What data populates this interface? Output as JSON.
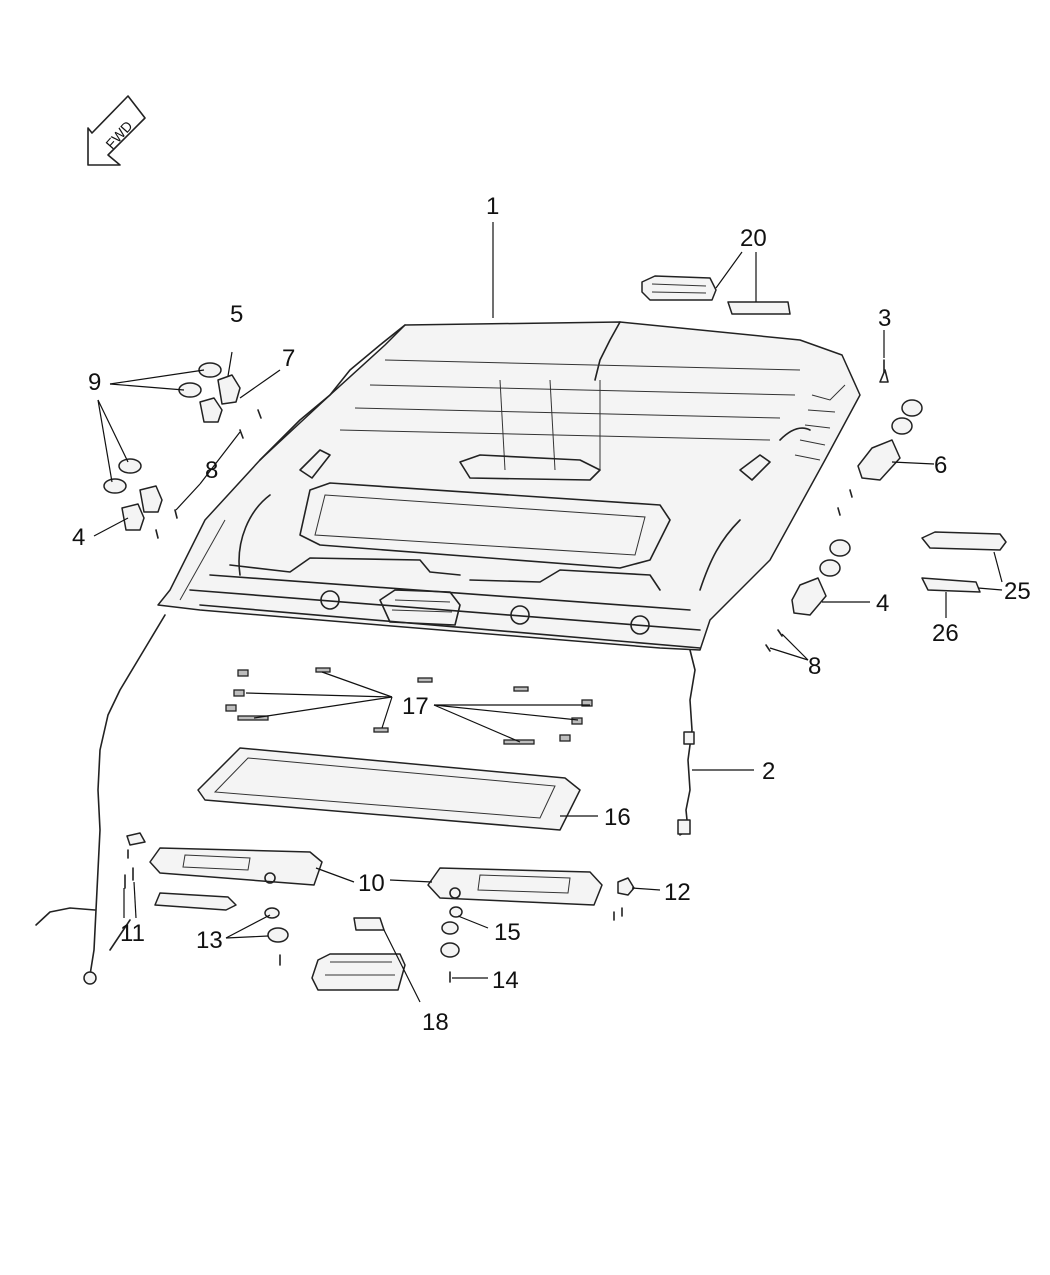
{
  "orientation": {
    "text": "FWD"
  },
  "callouts": {
    "c1": "1",
    "c2": "2",
    "c3": "3",
    "c4a": "4",
    "c4b": "4",
    "c5": "5",
    "c6": "6",
    "c7": "7",
    "c8a": "8",
    "c8b": "8",
    "c9": "9",
    "c10": "10",
    "c11": "11",
    "c12": "12",
    "c13": "13",
    "c14": "14",
    "c15": "15",
    "c16": "16",
    "c17": "17",
    "c18": "18",
    "c20": "20",
    "c25": "25",
    "c26": "26"
  }
}
